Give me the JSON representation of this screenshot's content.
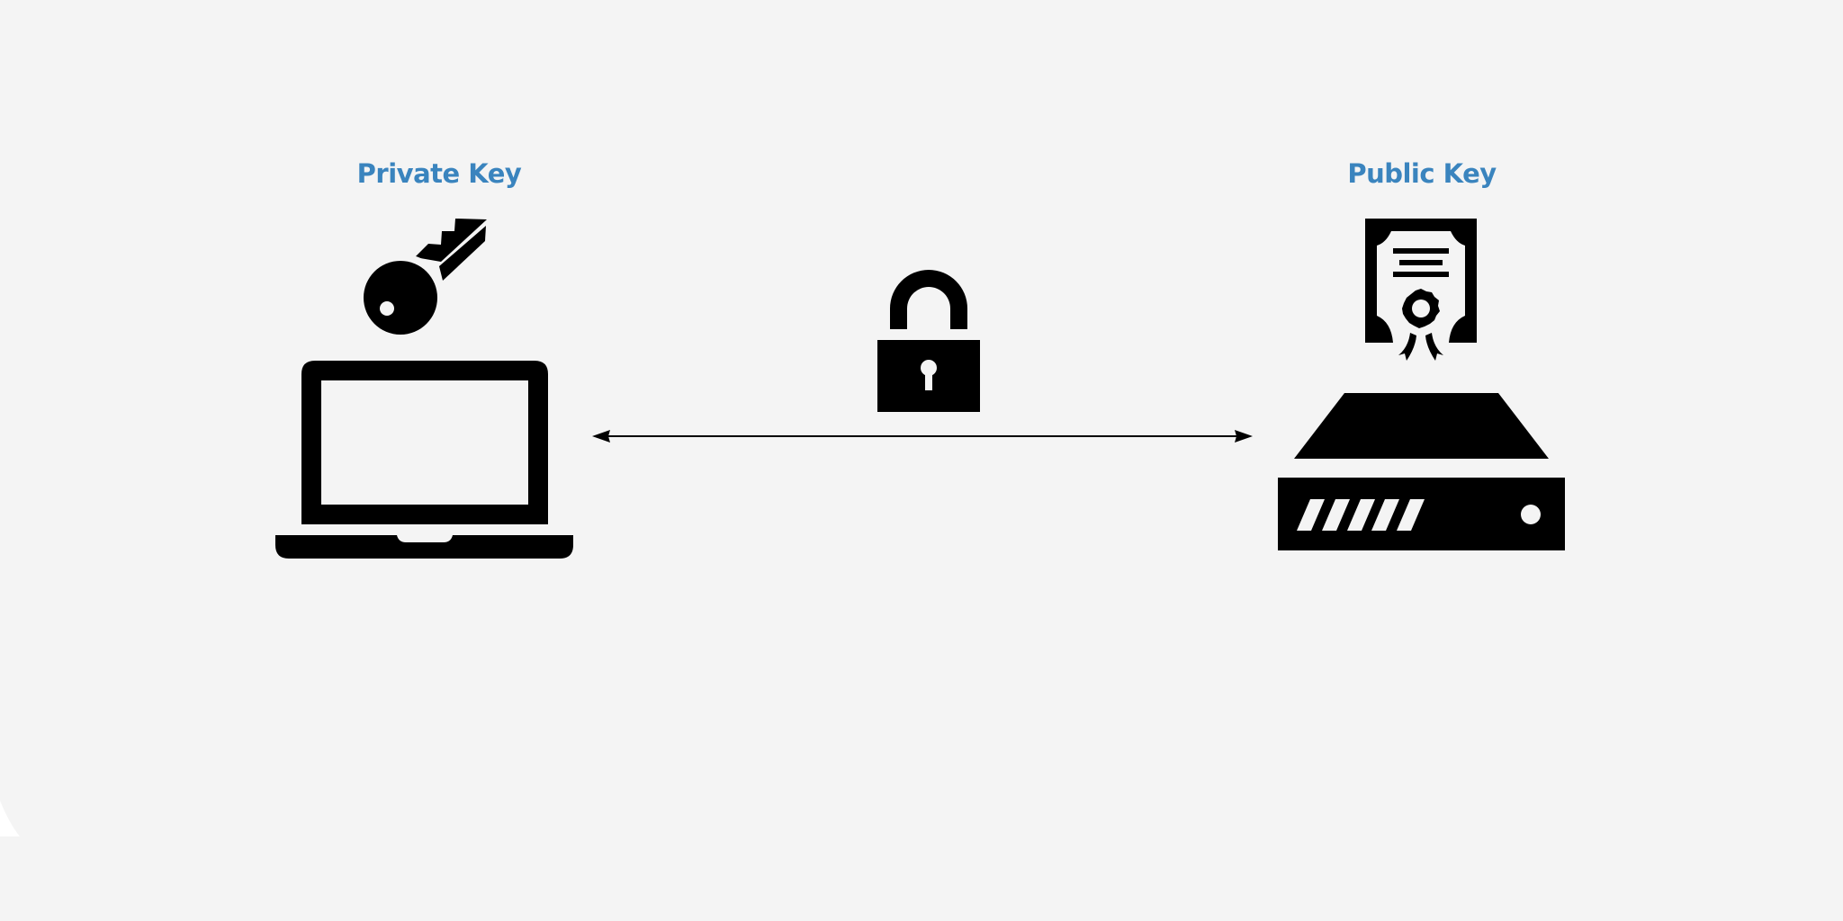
{
  "private_key": {
    "label": "Private Key",
    "icons": [
      "key-icon",
      "laptop-icon"
    ]
  },
  "public_key": {
    "label": "Public Key",
    "icons": [
      "certificate-icon",
      "server-icon"
    ]
  },
  "connection": {
    "icons": [
      "padlock-icon",
      "double-headed-arrow"
    ]
  },
  "colors": {
    "label": "#3a84be",
    "icon": "#000000",
    "background": "#f4f4f4"
  }
}
